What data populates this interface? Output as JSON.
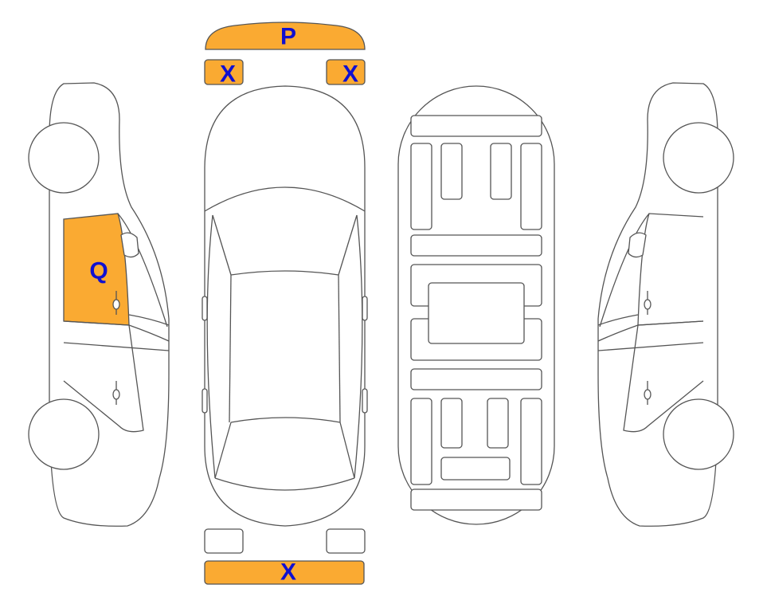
{
  "colors": {
    "damage_fill": "#FAAA32",
    "label_text": "#1010D0",
    "outline": "#555555"
  },
  "marks": {
    "front_bumper": "P",
    "front_left_light": "X",
    "front_right_light": "X",
    "rear_bumper": "X",
    "left_front_door": "Q"
  }
}
